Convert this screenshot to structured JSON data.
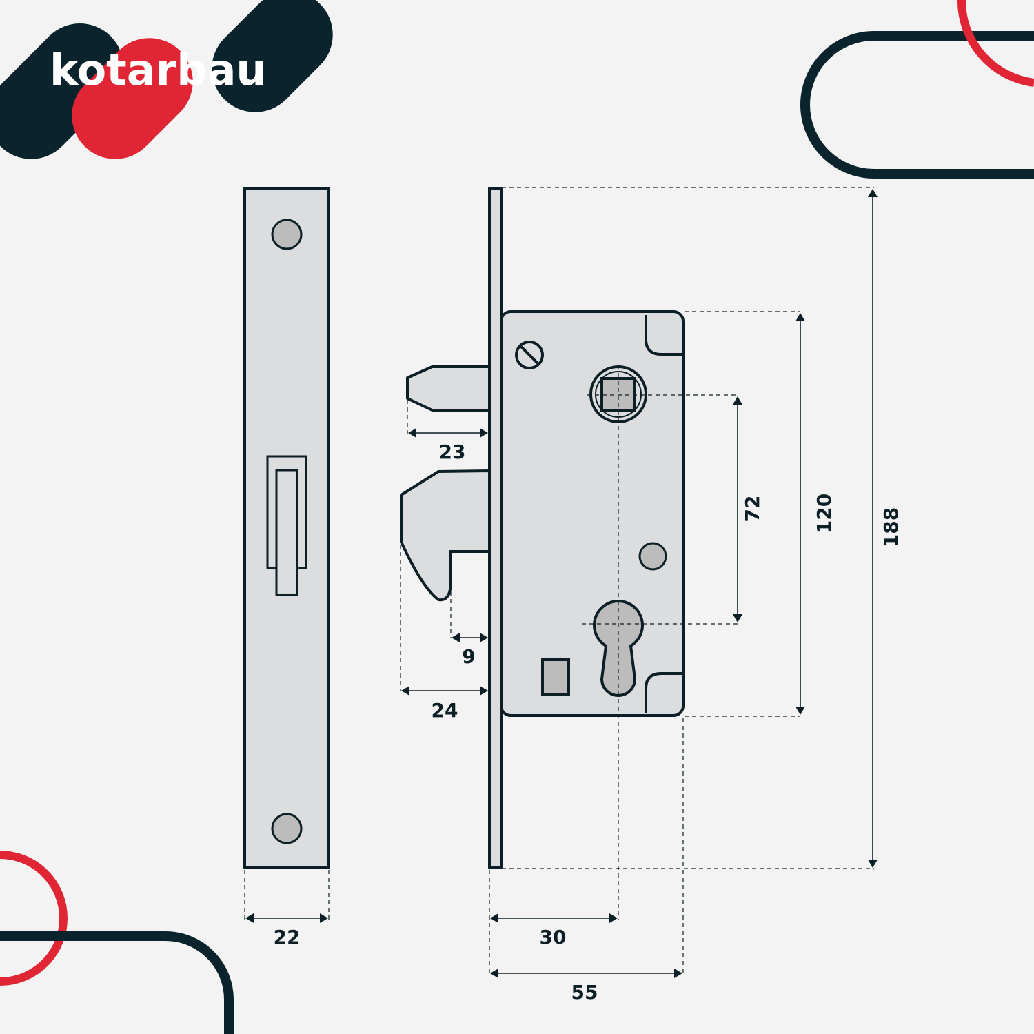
{
  "brand": {
    "name": "kotarbau",
    "colors": {
      "dark": "#0a232c",
      "red": "#e02535",
      "background": "#f3f3f3",
      "metal": "#dcdddf"
    }
  },
  "diagram": {
    "subject": "hook mortise lock technical drawing",
    "dimensions": {
      "faceplate_width": "22",
      "hook_bolt_short": "23",
      "hook_gap": "9",
      "hook_bolt_long": "24",
      "backset": "30",
      "body_depth": "55",
      "handle_to_cylinder": "72",
      "body_height": "120",
      "faceplate_height": "188"
    }
  }
}
